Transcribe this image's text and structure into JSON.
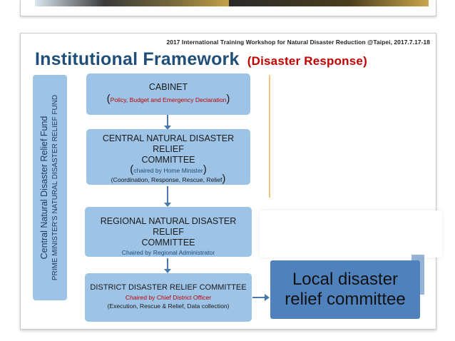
{
  "header": {
    "workshop": "2017 International Training Workshop for Natural Disaster Reduction @Taipei, 2017.7.17-18"
  },
  "title": {
    "main": "Institutional Framework",
    "sub": "(Disaster Response)"
  },
  "fund": {
    "line1": "Central Natural Disaster Relief Fund",
    "line2": "PRIME MINISTER'S NATURAL DISASTER RELIEF FUND"
  },
  "boxes": {
    "cabinet": {
      "title": "CABINET",
      "sub": "Policy, Budget and Emergency Declaration"
    },
    "central": {
      "title1": "CENTRAL NATURAL DISASTER RELIEF",
      "title2": "COMMITTEE",
      "chair": "chaired by Home Minister",
      "duties": "Coordination, Response, Rescue, Relief"
    },
    "regional": {
      "title1": "REGIONAL NATURAL DISASTER RELIEF",
      "title2": "COMMITTEE",
      "chair": "Chaired by Regional Administrator"
    },
    "district": {
      "title": "DISTRICT DISASTER RELIEF COMMITTEE",
      "chair": "Chaired by Chief District Officer",
      "duties": "(Execution, Rescue & Relief, Data collection)"
    },
    "local": {
      "line1": "Local disaster",
      "line2": "relief committee"
    }
  }
}
